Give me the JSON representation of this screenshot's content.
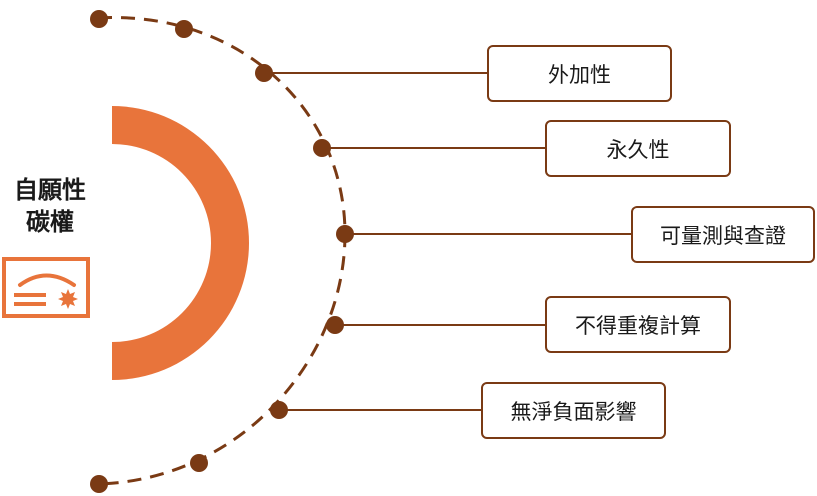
{
  "title": {
    "line1": "自願性",
    "line2": "碳權"
  },
  "icon": "certificate-icon",
  "colors": {
    "accent": "#E8743B",
    "line": "#7A3A14",
    "text": "#1A1A1A"
  },
  "properties": [
    {
      "label": "外加性"
    },
    {
      "label": "永久性"
    },
    {
      "label": "可量測與查證"
    },
    {
      "label": "不得重複計算"
    },
    {
      "label": "無淨負面影響"
    }
  ]
}
